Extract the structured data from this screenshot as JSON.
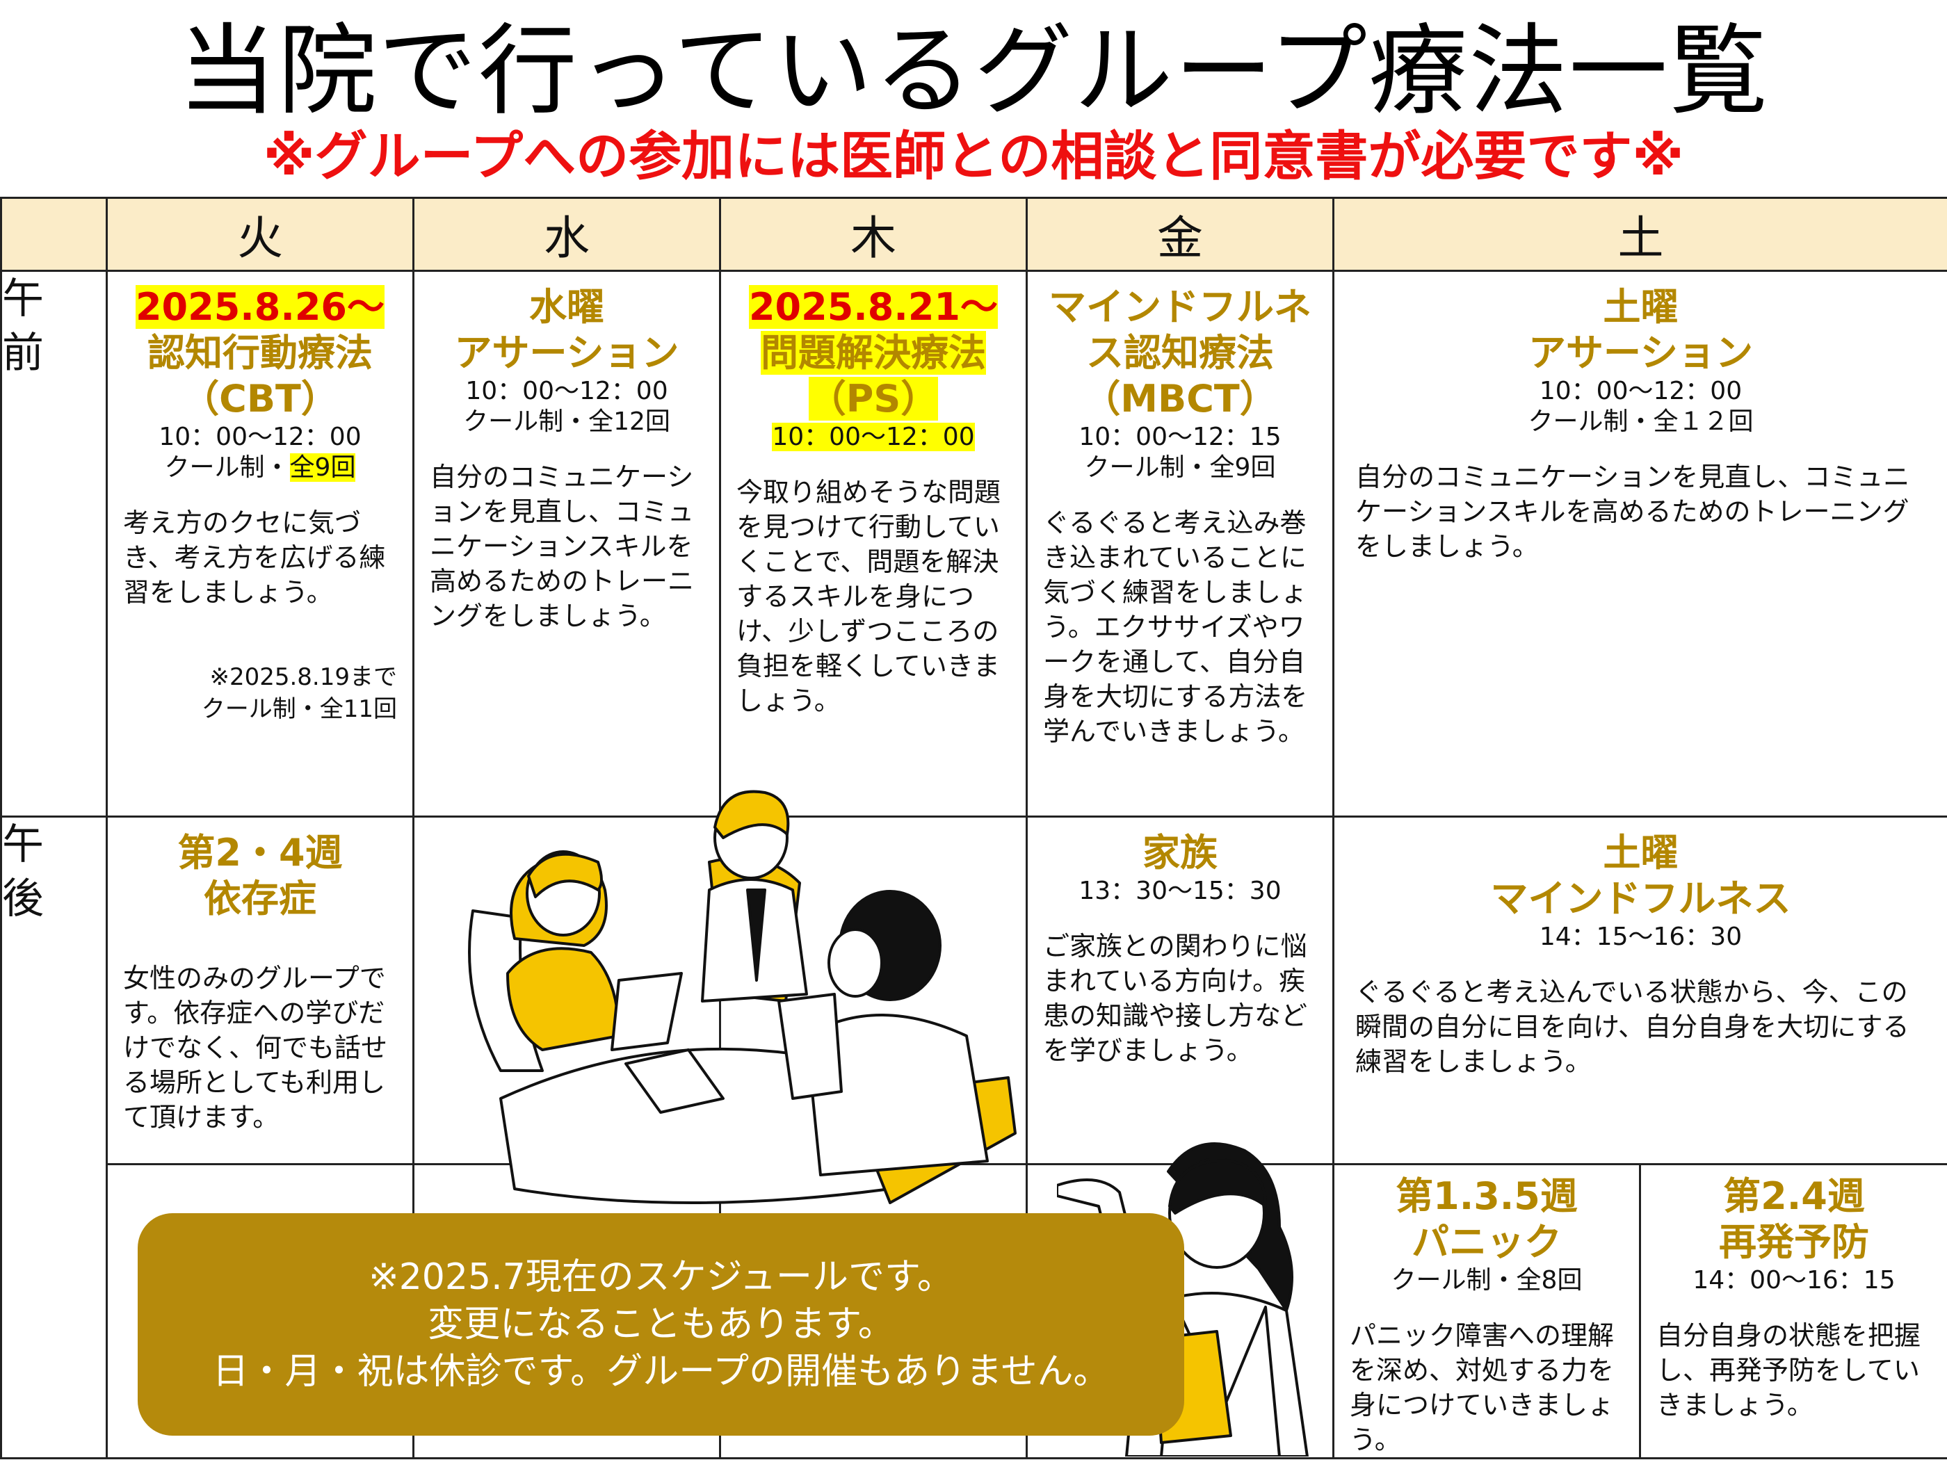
{
  "title": "当院で行っているグループ療法一覧",
  "subtitle": "※グループへの参加には医師との相談と同意書が必要です※",
  "days": [
    "火",
    "水",
    "木",
    "金",
    "土"
  ],
  "periods": {
    "am": "午前",
    "pm": "午後"
  },
  "am": {
    "tue": {
      "date": "2025.8.26〜",
      "title1": "認知行動療法",
      "title2": "（CBT）",
      "time": "10：00〜12：00",
      "info_a": "クール制・",
      "info_b": "全9回",
      "desc": "考え方のクセに気づき、考え方を広げる練習をしましょう。",
      "note1": "※2025.8.19まで",
      "note2": "クール制・全11回"
    },
    "wed": {
      "title1": "水曜",
      "title2": "アサーション",
      "time": "10：00〜12：00",
      "info": "クール制・全12回",
      "desc": "自分のコミュニケーションを見直し、コミュニケーションスキルを高めるためのトレーニングをしましょう。"
    },
    "thu": {
      "date": "2025.8.21〜",
      "title1": "問題解決療法",
      "title2": "（PS）",
      "time": "10：00〜12：00",
      "desc": "今取り組めそうな問題を見つけて行動していくことで、問題を解決するスキルを身につけ、少しずつこころの負担を軽くしていきましょう。"
    },
    "fri": {
      "title1": "マインドフルネ",
      "title2": "ス認知療法",
      "title3": "（MBCT）",
      "time": "10：00〜12：15",
      "info": "クール制・全9回",
      "desc": "ぐるぐると考え込み巻き込まれていることに気づく練習をしましょう。エクササイズやワークを通して、自分自身を大切にする方法を学んでいきましょう。"
    },
    "sat": {
      "title1": "土曜",
      "title2": "アサーション",
      "time": "10：00〜12：00",
      "info": "クール制・全１２回",
      "desc": "自分のコミュニケーションを見直し、コミュニケーションスキルを高めるためのトレーニングをしましょう。"
    }
  },
  "pm": {
    "tue": {
      "title1": "第2・4週",
      "title2": "依存症",
      "desc": "女性のみのグループです。依存症への学びだけでなく、何でも話せる場所としても利用して頂けます。"
    },
    "fri": {
      "title1": "家族",
      "time": "13：30〜15：30",
      "desc": "ご家族との関わりに悩まれている方向け。疾患の知識や接し方などを学びましょう。"
    },
    "sat": {
      "title1": "土曜",
      "title2": "マインドフルネス",
      "time": "14：15〜16：30",
      "desc": "ぐるぐると考え込んでいる状態から、今、この瞬間の自分に目を向け、自分自身を大切にする練習をしましょう。"
    },
    "sat_a": {
      "title1": "第1.3.5週",
      "title2": "パニック",
      "info": "クール制・全8回",
      "desc": "パニック障害への理解を深め、対処する力を身につけていきましょう。"
    },
    "sat_b": {
      "title1": "第2.4週",
      "title2": "再発予防",
      "time": "14：00〜16：15",
      "desc": "自分自身の状態を把握し、再発予防をしていきましょう。"
    }
  },
  "notice": {
    "line1": "※2025.7現在のスケジュールです。",
    "line2": "変更になることもあります。",
    "line3": "日・月・祝は休診です。グループの開催もありません。"
  },
  "colors": {
    "accent": "#b38700",
    "header_bg": "#fbecc8",
    "subtitle": "#ee1010",
    "highlight": "#ffff00",
    "notice_bg": "#b58a0c"
  }
}
